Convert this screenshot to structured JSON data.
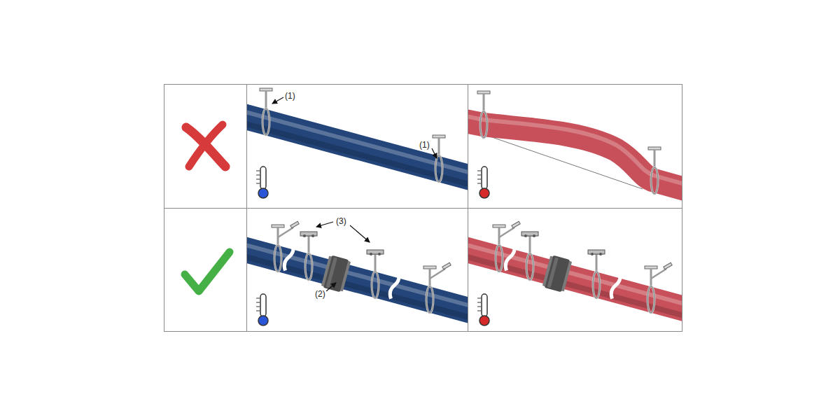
{
  "diagram": {
    "labels": [
      "(1)",
      "(1)",
      "(3)",
      "(2)"
    ]
  }
}
